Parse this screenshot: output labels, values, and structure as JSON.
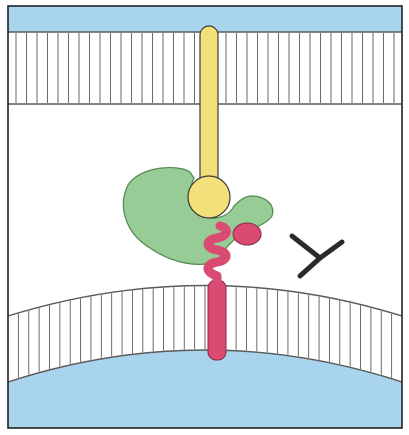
{
  "diagram": {
    "colors": {
      "background": "#ffffff",
      "outer_fluid": "#a9d4ee",
      "lipid_layer": "#ffffff",
      "lipid_line": "#5a5a5a",
      "frame": "#222222",
      "receptor_stalk": "#f4e07a",
      "receptor_outline": "#3a3a3a",
      "binding_protein": "#97cc96",
      "anchored_protein": "#d94b73",
      "antibody": "#2b2b2b"
    },
    "elements": [
      {
        "name": "top-membrane",
        "shape": "lipid bilayer"
      },
      {
        "name": "receptor-stalk",
        "shape": "lollipop"
      },
      {
        "name": "binding-protein",
        "shape": "blob with pocket"
      },
      {
        "name": "anchored-protein",
        "shape": "coiled loop through membrane"
      },
      {
        "name": "antibody-icon",
        "shape": "Y"
      },
      {
        "name": "bottom-membrane",
        "shape": "curved lipid bilayer"
      }
    ]
  }
}
